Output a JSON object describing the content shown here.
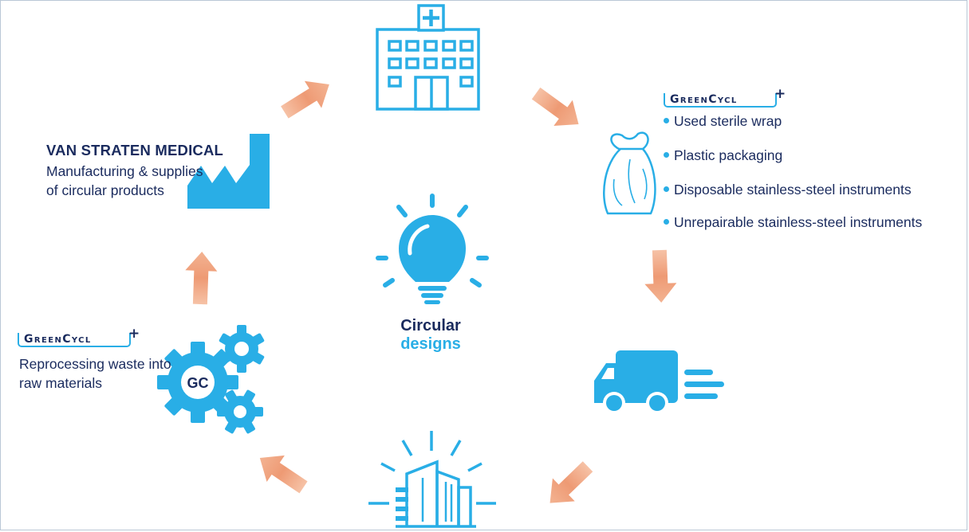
{
  "manufacturer": {
    "name": "VAN STRATEN MEDICAL",
    "description": "Manufacturing & supplies of circular products"
  },
  "greencycl_top": {
    "logo_text": "GreenCycl",
    "waste_items": [
      "Used sterile wrap",
      "Plastic packaging",
      "Disposable stainless-steel instruments",
      "Unrepairable stainless-steel instruments"
    ]
  },
  "greencycl_bottom": {
    "logo_text": "GreenCycl",
    "description": "Reprocessing waste into raw materials",
    "badge_text": "GC"
  },
  "center": {
    "line1": "Circular",
    "line2": "designs"
  },
  "colors": {
    "icon_blue": "#29aee6",
    "arrow": "#f0a07c",
    "text_navy": "#1a2b5e"
  },
  "icons": [
    "hospital-icon",
    "waste-bag-icon",
    "delivery-truck-icon",
    "buildings-icon",
    "gears-icon",
    "factory-icon",
    "lightbulb-icon",
    "cycle-arrow"
  ]
}
